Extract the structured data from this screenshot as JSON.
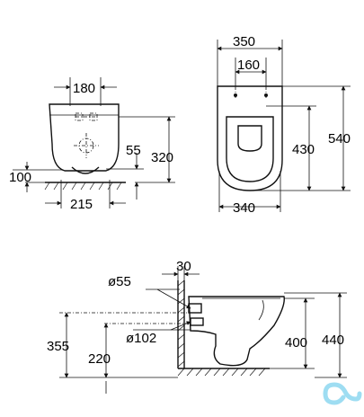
{
  "front_view": {
    "width_mounting": "180",
    "height_total": "320",
    "height_inlet": "55",
    "height_floor_gap": "100",
    "width_bottom": "215"
  },
  "top_view": {
    "width_outer": "350",
    "width_holes": "160",
    "length_total": "540",
    "length_holes": "430",
    "width_base": "340"
  },
  "side_view": {
    "depth_wall": "30",
    "diameter_inlet": "ø55",
    "diameter_outlet": "ø102",
    "height_inlet": "355",
    "height_outlet": "220",
    "height_rim": "400",
    "height_total": "440"
  },
  "brand_mark": "logo-icon"
}
